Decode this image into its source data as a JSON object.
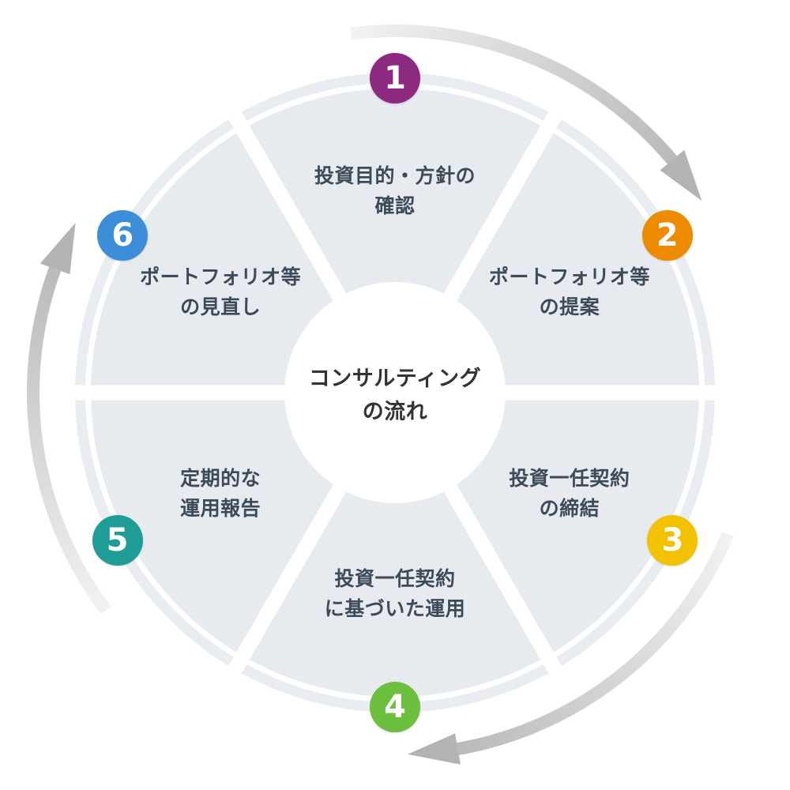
{
  "center": {
    "line1": "コンサルティング",
    "line2": "の流れ"
  },
  "steps": [
    {
      "number": "1",
      "color": "#8b2a80",
      "line1": "投資目的・方針の",
      "line2": "確認"
    },
    {
      "number": "2",
      "color": "#ee8a00",
      "line1": "ポートフォリオ等",
      "line2": "の提案"
    },
    {
      "number": "3",
      "color": "#f2c200",
      "line1": "投資一任契約",
      "line2": "の締結"
    },
    {
      "number": "4",
      "color": "#6cbf3e",
      "line1": "投資一任契約",
      "line2": "に基づいた運用"
    },
    {
      "number": "5",
      "color": "#1f9c96",
      "line1": "定期的な",
      "line2": "運用報告"
    },
    {
      "number": "6",
      "color": "#3d8ed8",
      "line1": "ポートフォリオ等",
      "line2": "の見直し"
    }
  ],
  "colors": {
    "segment": "#e7eaee",
    "ring": "#e9ecf0",
    "arrow": "#b3b3b3"
  }
}
